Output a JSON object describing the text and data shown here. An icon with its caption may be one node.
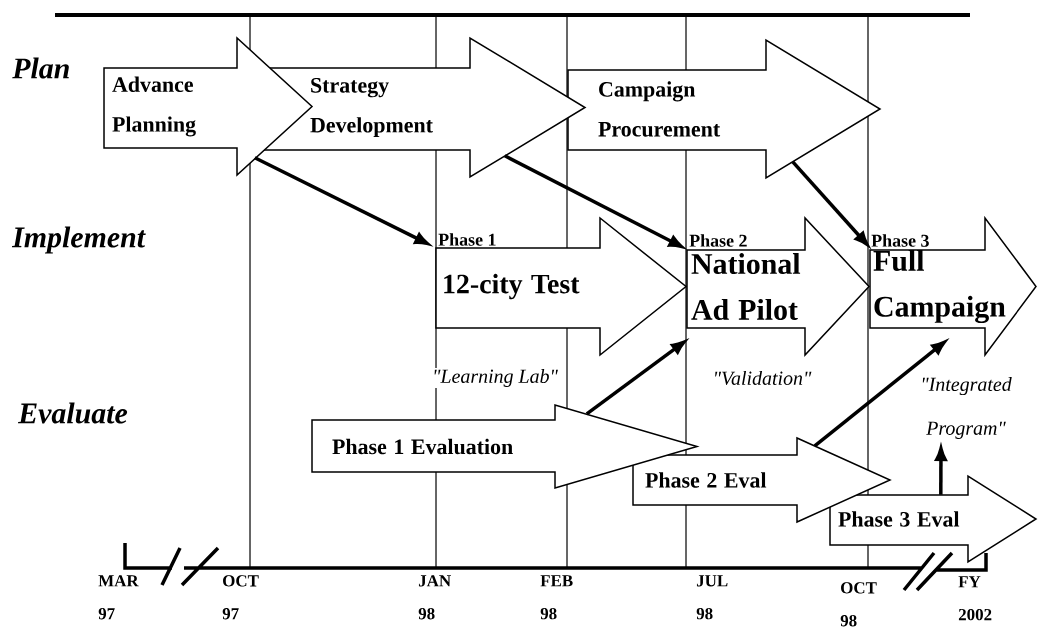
{
  "diagram": {
    "nodes": [
      {
        "text": [
          "Advance Planning"
        ]
      },
      {
        "text": [
          "Strategy Development"
        ]
      },
      {
        "text": [
          "Campaign Procurement"
        ]
      },
      {
        "text": [
          "Phase 1",
          "12-city Test"
        ],
        "beside": [
          "\"Learning Lab\""
        ]
      },
      {
        "text": [
          "Phase 2",
          "National Ad Pilot"
        ],
        "beside": [
          "\"Validation\""
        ]
      },
      {
        "text": [
          "Phase 3",
          "Full Campaign"
        ]
      },
      {
        "text": [
          "Phase 1 Evaluation"
        ]
      },
      {
        "text": [
          "Phase 2 Eval"
        ]
      },
      {
        "text": [
          "Phase 3 Eval"
        ]
      },
      {
        "text": [
          "\"Integrated Program\""
        ]
      }
    ],
    "edges": [
      {
        "from": 0,
        "to": 3,
        "arrow": "to"
      },
      {
        "from": 1,
        "to": 4,
        "arrow": "to"
      },
      {
        "from": 2,
        "to": 5,
        "arrow": "to"
      },
      {
        "from": 6,
        "to": 4,
        "arrow": "to"
      },
      {
        "from": 7,
        "to": 5,
        "arrow": "to"
      },
      {
        "from": 8,
        "to": 9,
        "arrow": "to"
      }
    ],
    "labels": [
      "Plan",
      "Implement",
      "Evaluate",
      "MAR 97",
      "OCT 97",
      "JAN 98",
      "FEB 98",
      "JUL 98",
      "OCT 98",
      "FY 2002"
    ]
  }
}
